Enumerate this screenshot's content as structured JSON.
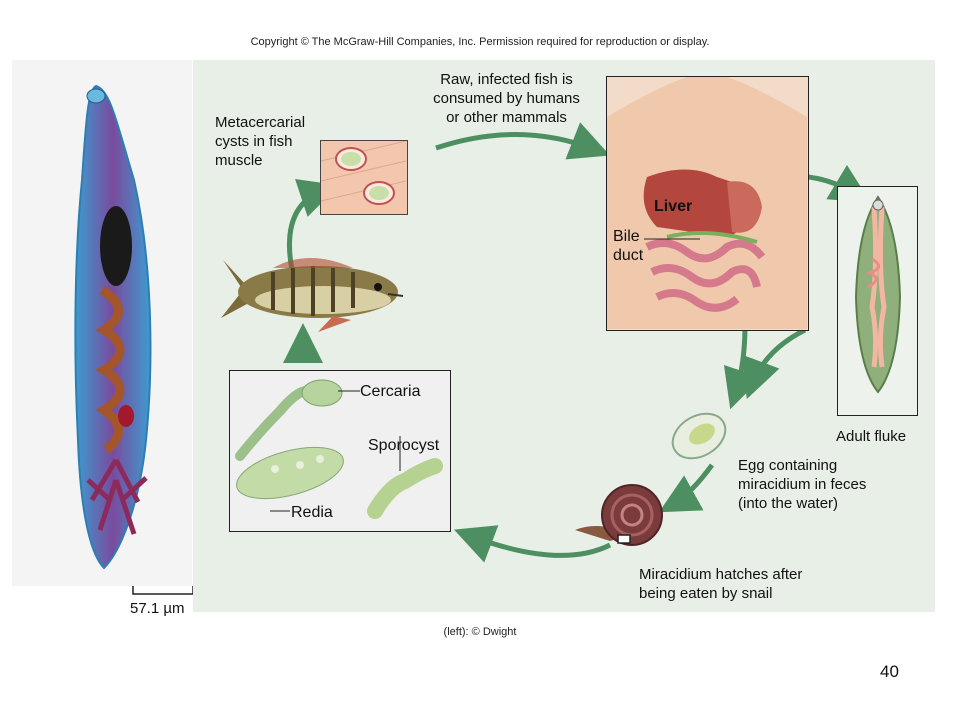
{
  "copyright": "Copyright © The McGraw-Hill Companies, Inc. Permission required for reproduction or display.",
  "labels": {
    "raw_fish": [
      "Raw, infected fish is",
      "consumed by humans",
      "or other mammals"
    ],
    "metacercarial": [
      "Metacercarial",
      "cysts in fish",
      "muscle"
    ],
    "liver": "Liver",
    "bile_duct": [
      "Bile",
      "duct"
    ],
    "adult_fluke": "Adult fluke",
    "egg": [
      "Egg containing",
      "miracidium in feces",
      "(into the water)"
    ],
    "miracidium": [
      "Miracidium hatches after",
      "being eaten by snail"
    ],
    "cercaria": "Cercaria",
    "sporocyst": "Sporocyst",
    "redia": "Redia"
  },
  "scale_bar": "57.1 µm",
  "credit": "(left): © Dwight",
  "page_number": "40",
  "colors": {
    "arrow": "#4e8f62",
    "panel_bg": "#e8efe6",
    "fluke_stain": "#4fa6d4",
    "fluke_body": "#9a3f7e"
  },
  "icons": [
    "fluke-micrograph",
    "fish-illustration",
    "human-torso",
    "adult-fluke",
    "egg",
    "snail",
    "cyst"
  ]
}
